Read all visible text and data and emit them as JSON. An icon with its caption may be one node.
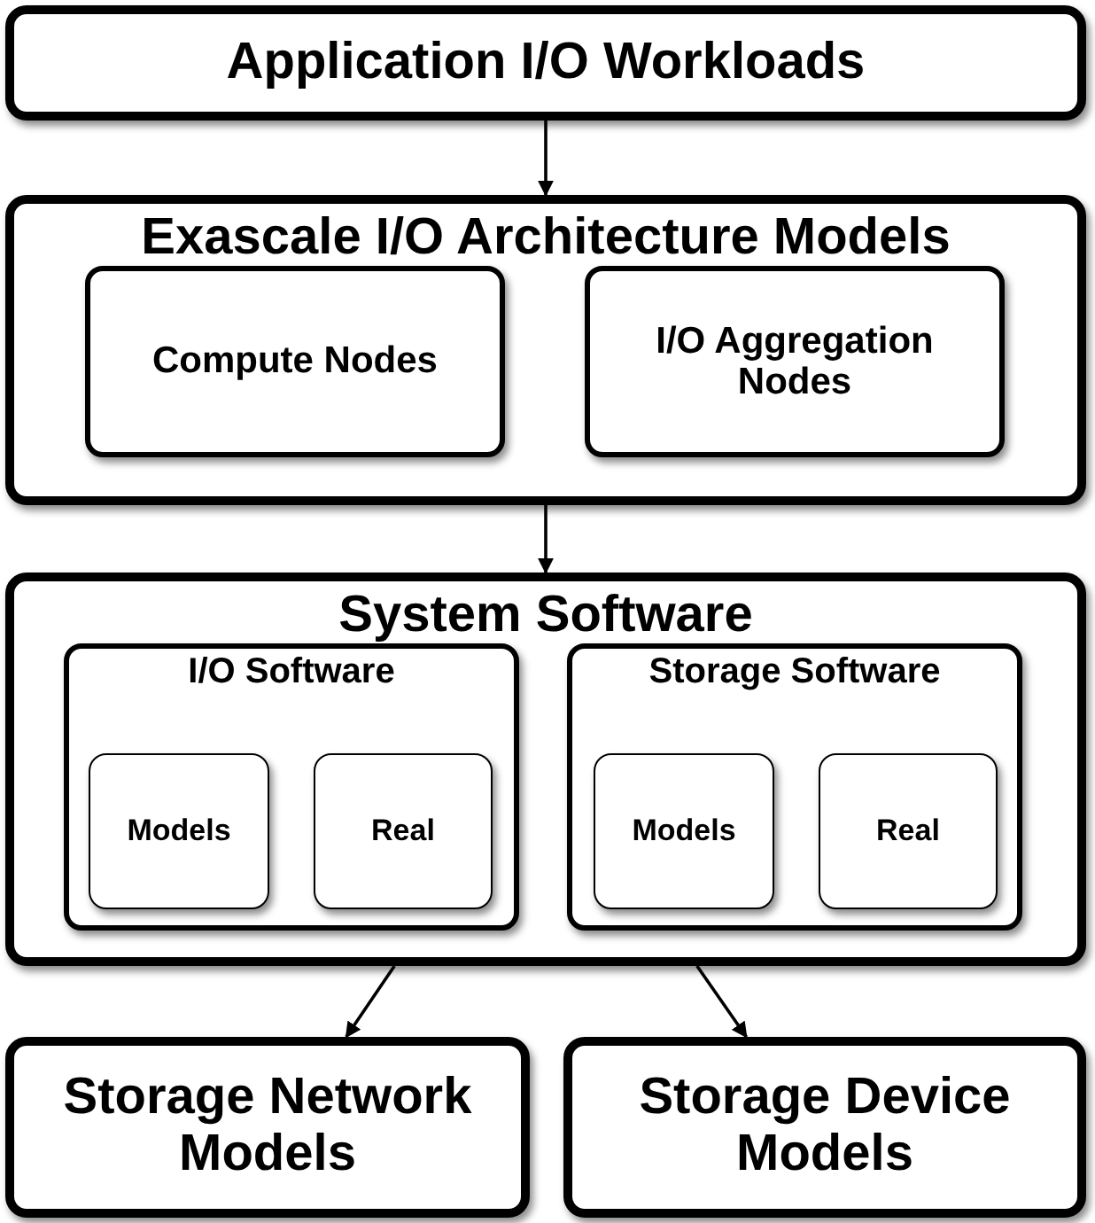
{
  "diagram": {
    "nodes": [
      {
        "text": [
          "Application I/O Workloads"
        ]
      },
      {
        "text": [
          "Exascale I/O Architecture Models"
        ]
      },
      {
        "text": [
          "Compute Nodes"
        ],
        "in": 1
      },
      {
        "text": [
          "I/O Aggregation Nodes"
        ],
        "in": 1
      },
      {
        "text": [
          "System Software"
        ]
      },
      {
        "text": [
          "I/O Software"
        ],
        "in": 4
      },
      {
        "text": [
          "Models"
        ],
        "in": 5
      },
      {
        "text": [
          "Real"
        ],
        "in": 5
      },
      {
        "text": [
          "Storage Software"
        ],
        "in": 4
      },
      {
        "text": [
          "Models"
        ],
        "in": 8
      },
      {
        "text": [
          "Real"
        ],
        "in": 8
      },
      {
        "text": [
          "Storage Network Models"
        ]
      },
      {
        "text": [
          "Storage Device Models"
        ]
      }
    ],
    "edges": [
      {
        "from": 0,
        "to": 1,
        "arrow": "to"
      },
      {
        "from": 1,
        "to": 4,
        "arrow": "to"
      },
      {
        "from": 4,
        "to": 11,
        "arrow": "to"
      },
      {
        "from": 4,
        "to": 12,
        "arrow": "to"
      }
    ]
  }
}
